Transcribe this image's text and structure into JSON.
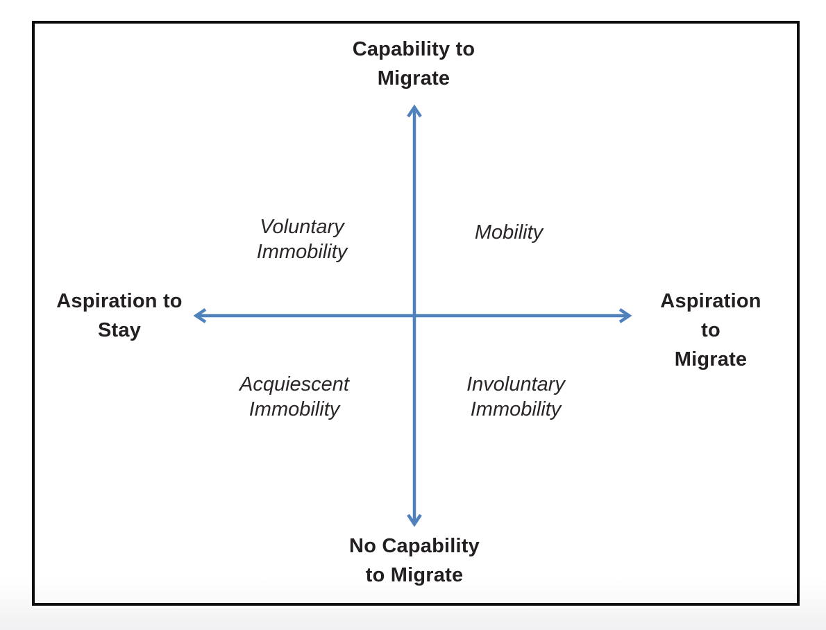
{
  "diagram": {
    "type": "quadrant-diagram",
    "colors": {
      "arrow": "#4f81bd",
      "text": "#231f20",
      "border": "#0b0b0b",
      "page_bottom_strip": "#f0f0f2"
    },
    "axes": {
      "top": "Capability to\nMigrate",
      "bottom": "No Capability\nto Migrate",
      "left": "Aspiration to\nStay",
      "right": "Aspiration to\nMigrate"
    },
    "quadrants": {
      "top_left": "Voluntary\nImmobility",
      "top_right": "Mobility",
      "bottom_left": "Acquiescent\nImmobility",
      "bottom_right": "Involuntary\nImmobility"
    }
  }
}
